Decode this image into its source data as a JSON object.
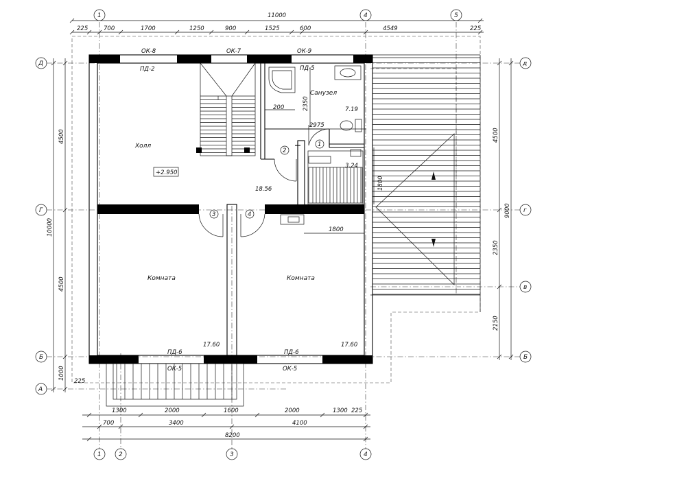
{
  "axes": {
    "top": [
      "1",
      "4",
      "5"
    ],
    "bottom": [
      "1",
      "2",
      "3",
      "4"
    ],
    "left": [
      "Д",
      "Г",
      "Б",
      "А"
    ],
    "right": [
      "д",
      "г",
      "в",
      "Б"
    ]
  },
  "dims": {
    "top_overall": "11000",
    "top_chain": [
      "225",
      "700",
      "1700",
      "1250",
      "900",
      "1525",
      "600",
      "4549",
      "225"
    ],
    "bottom_chain1": [
      "1300",
      "2000",
      "1600",
      "2000",
      "1300",
      "225"
    ],
    "bottom_chain2": [
      "700",
      "3400",
      "4100"
    ],
    "bottom_overall": "8200",
    "left_chain": [
      "4500",
      "4500",
      "1000"
    ],
    "left_overall": "10000",
    "left_225": "225",
    "right_chain": [
      "4500",
      "2350",
      "2150"
    ],
    "right_overall": "9000",
    "inner": {
      "d2350": "2350",
      "d200": "200",
      "d2975": "2975",
      "d1800v": "1800",
      "d1800h": "1800"
    }
  },
  "openings": {
    "ok8": "ОК-8",
    "ok7": "ОК-7",
    "ok9": "ОК-9",
    "pd2": "ПД-2",
    "pd5": "ПД-5",
    "pd6a": "ПД-6",
    "pd6b": "ПД-6",
    "ok5a": "ОК-5",
    "ok5b": "ОК-5"
  },
  "rooms": {
    "hall": "Холл",
    "hall_mark": "+2.950",
    "hall_area": "18.56",
    "bath": "Санузел",
    "bath_area": "7.19",
    "sauna_area": "3.24",
    "room1": "Комната",
    "room1_area": "17.60",
    "room2": "Комната",
    "room2_area": "17.60"
  },
  "doors": [
    "1",
    "2",
    "3",
    "4"
  ]
}
